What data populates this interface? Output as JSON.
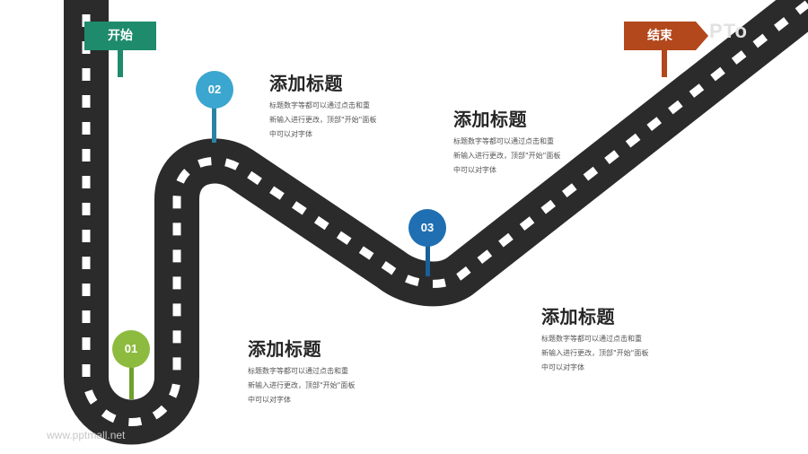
{
  "signs": {
    "start": {
      "label": "开始",
      "color": "#1e8b6c"
    },
    "end": {
      "label": "结束",
      "color": "#b2481c"
    }
  },
  "road": {
    "color": "#2b2b2b",
    "dash_color": "#ffffff"
  },
  "markers": [
    {
      "number": "01",
      "color": "#8dbb3f",
      "stem_color": "#6fa02c"
    },
    {
      "number": "02",
      "color": "#3ba6cf",
      "stem_color": "#2b83a4"
    },
    {
      "number": "03",
      "color": "#1f6fb2",
      "stem_color": "#1a5f99"
    }
  ],
  "steps": [
    {
      "title": "添加标题",
      "body": "标题数字等都可以通过点击和重\n新输入进行更改，顶部\"开始\"面板\n中可以对字体"
    },
    {
      "title": "添加标题",
      "body": "标题数字等都可以通过点击和重\n新输入进行更改，顶部\"开始\"面板\n中可以对字体"
    },
    {
      "title": "添加标题",
      "body": "标题数字等都可以通过点击和重\n新输入进行更改，顶部\"开始\"面板\n中可以对字体"
    },
    {
      "title": "添加标题",
      "body": "标题数字等都可以通过点击和重\n新输入进行更改，顶部\"开始\"面板\n中可以对字体"
    }
  ],
  "watermarks": {
    "top": "PTo",
    "bottom": "www.pptmall.net"
  }
}
